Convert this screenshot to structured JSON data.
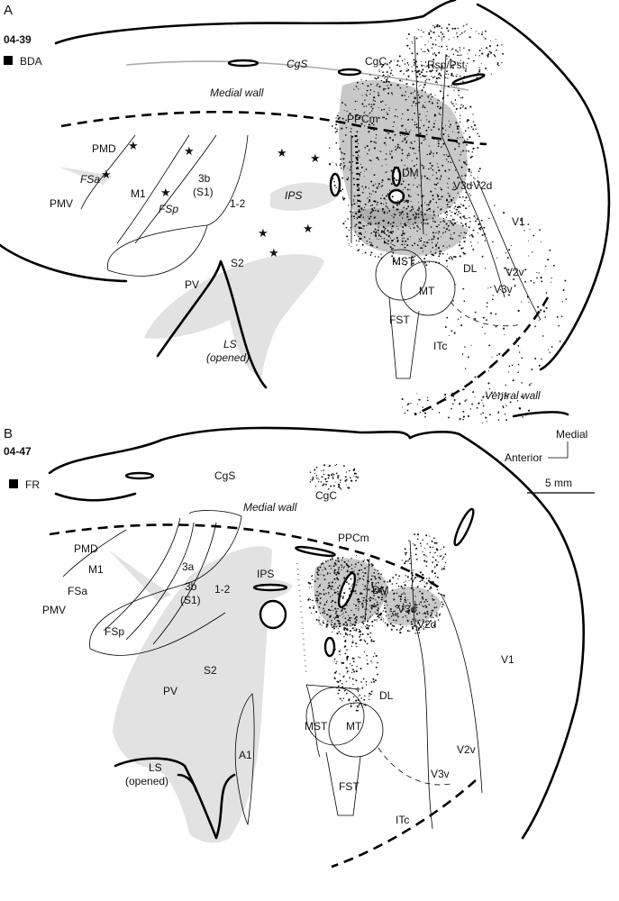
{
  "panelA": {
    "letter": "A",
    "case_id": "04-39",
    "tracer": "BDA",
    "labels": {
      "cgs": "CgS",
      "cgc": "CgC",
      "rsp": "Rsp/Pst",
      "medial_wall": "Medial wall",
      "ppcm": "PPCm",
      "pmd": "PMD",
      "fsa": "FSa",
      "pmv": "PMV",
      "m1": "M1",
      "s1": "3b\n(S1)",
      "fsp": "FSp",
      "a12": "1-2",
      "ips": "IPS",
      "dm": "DM",
      "v3d": "V3d",
      "v2d": "V2d",
      "v1": "V1",
      "s2": "S2",
      "pv": "PV",
      "mst": "MST",
      "mt": "MT",
      "fst": "FST",
      "dl": "DL",
      "v2v": "V2v",
      "v3v": "V3v",
      "itc": "ITc",
      "ls": "LS\n(opened)",
      "ventral_wall": "Ventral wall"
    }
  },
  "panelB": {
    "letter": "B",
    "case_id": "04-47",
    "tracer": "FR",
    "labels": {
      "cgs": "CgS",
      "cgc": "CgC",
      "medial_wall": "Medial wall",
      "ppcm": "PPCm",
      "pmd": "PMD",
      "fsa": "FSa",
      "pmv": "PMV",
      "m1": "M1",
      "a3a": "3a",
      "s1": "3b\n(S1)",
      "fsp": "FSp",
      "a12": "1-2",
      "ips": "IPS",
      "dm": "DM",
      "v3d": "V3d",
      "v2d": "V2d",
      "v1": "V1",
      "s2": "S2",
      "pv": "PV",
      "dl": "DL",
      "mst": "MST",
      "mt": "MT",
      "a1": "A1",
      "fst": "FST",
      "v2v": "V2v",
      "v3v": "V3v",
      "itc": "ITc",
      "ls": "LS\n(opened)"
    },
    "orientation": {
      "medial": "Medial",
      "anterior": "Anterior"
    },
    "scale_bar": "5 mm"
  }
}
